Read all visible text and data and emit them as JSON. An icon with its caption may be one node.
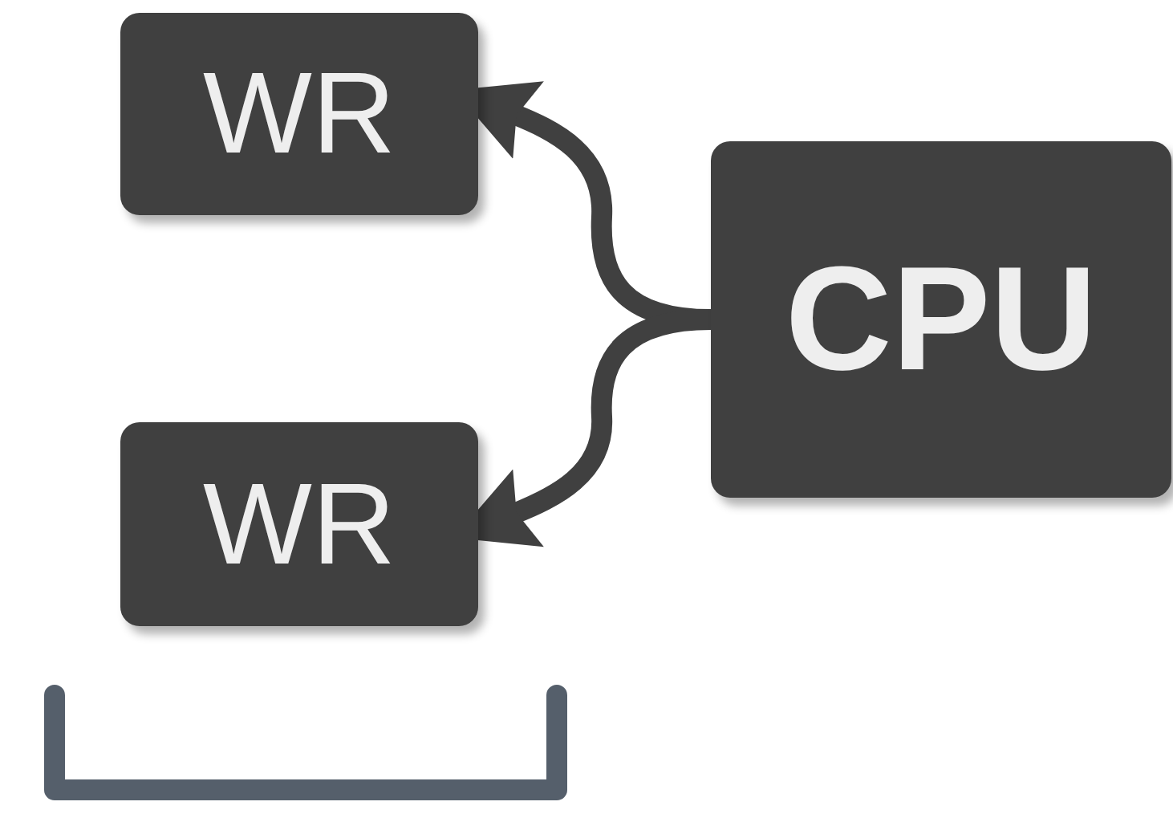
{
  "diagram": {
    "nodes": [
      {
        "text": [
          "WR"
        ]
      },
      {
        "text": [
          "WR"
        ]
      },
      {
        "text": [
          "CPU"
        ]
      }
    ],
    "edges": [
      {
        "from": 2,
        "to": 0,
        "arrow": "to"
      },
      {
        "from": 2,
        "to": 1,
        "arrow": "to"
      }
    ]
  }
}
